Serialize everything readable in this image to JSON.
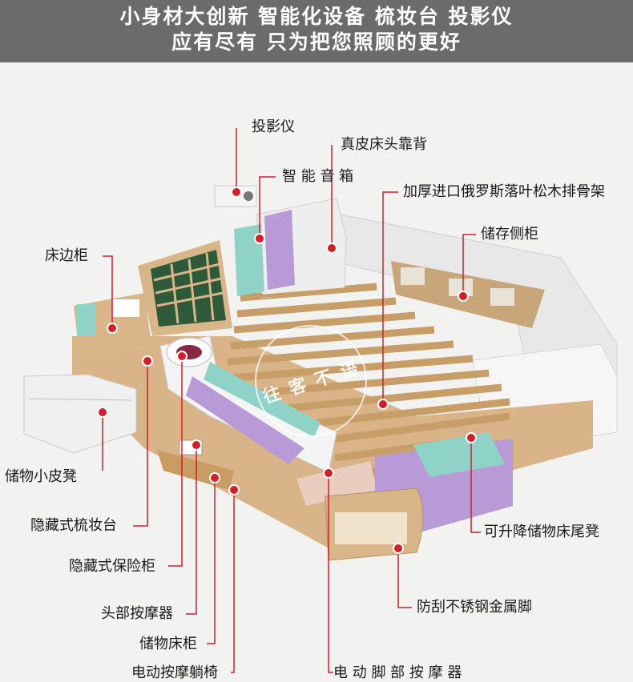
{
  "banner": {
    "line1": "小身材大创新 智能化设备 梳妆台 投影仪",
    "line2": "应有尽有 只为把您照顾的更好"
  },
  "labels": {
    "projector": "投影仪",
    "leather_headboard": "真皮床头靠背",
    "smart_speaker": "智 能 音 箱",
    "slat_frame": "加厚进口俄罗斯落叶松木排骨架",
    "storage_side_cabinet": "储存侧柜",
    "bedside_cabinet": "床边柜",
    "storage_stool": "储物小皮凳",
    "hidden_vanity": "隐藏式梳妆台",
    "hidden_safe": "隐藏式保险柜",
    "head_massager": "头部按摩器",
    "storage_bed_cabinet": "储物床柜",
    "massage_recliner": "电动按摩躺椅",
    "foot_massager": "电 动 脚 部 按 摩 器",
    "liftable_bench": "可升降储物床尾凳",
    "steel_feet": "防刮不锈钢金属脚"
  },
  "watermark": "往 客 不 语",
  "colors": {
    "banner_bg": "#6b6b6b",
    "callout_red": "#d0202a",
    "wood": "#d9b58a",
    "leather_white": "#ececec",
    "mint": "#8fd3c8",
    "lavender": "#b89ad6"
  }
}
